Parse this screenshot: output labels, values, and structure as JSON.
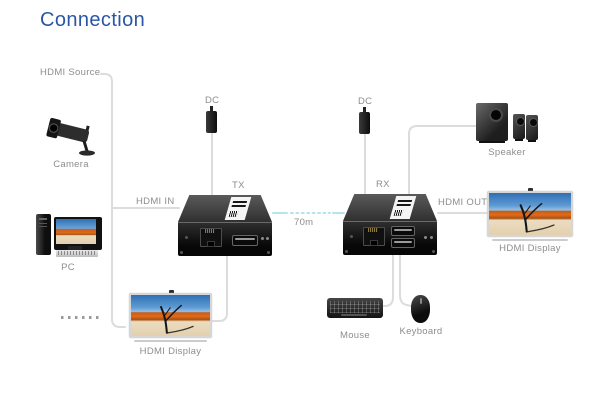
{
  "title": "Connection",
  "colors": {
    "title_text": "#2b56a8",
    "label_text": "#8d8d8d",
    "connector_line": "#dcdcdc",
    "link_cable": "#b5e4e9"
  },
  "diagram": {
    "source_group": {
      "label": "HDMI Source",
      "items": [
        {
          "icon": "cctv-camera-icon",
          "label": "Camera"
        },
        {
          "icon": "desktop-pc-icon",
          "label": "PC"
        },
        {
          "icon": "ellipsis-dots",
          "label": ""
        }
      ]
    },
    "devices": {
      "tx": {
        "label": "TX",
        "power_label": "DC",
        "input_label": "HDMI IN"
      },
      "rx": {
        "label": "RX",
        "power_label": "DC",
        "output_label": "HDMI OUT"
      }
    },
    "link": {
      "distance_label": "70m"
    },
    "peripherals": {
      "speaker": {
        "label": "Speaker"
      },
      "display_right": {
        "label": "HDMI Display"
      },
      "display_local": {
        "label": "HDMI Display"
      },
      "keyboard_device": {
        "label": "Mouse"
      },
      "mouse_device": {
        "label": "Keyboard"
      }
    }
  }
}
